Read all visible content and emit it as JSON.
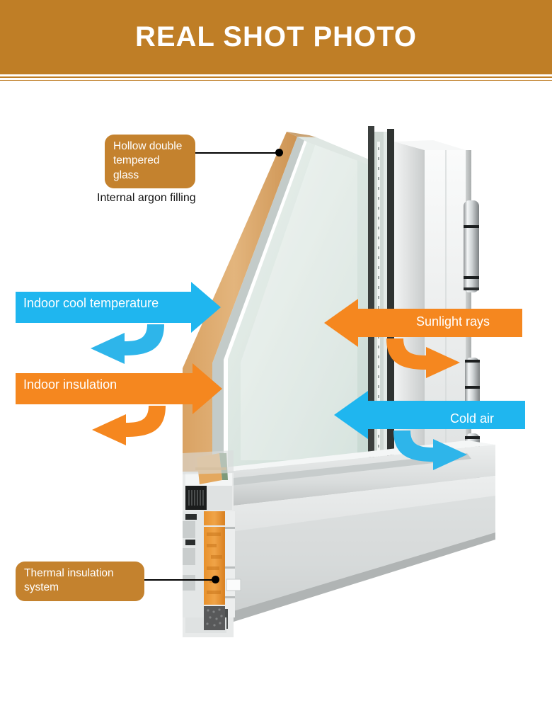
{
  "header": {
    "title": "REAL SHOT PHOTO",
    "background_color": "#bf7e26",
    "text_color": "#ffffff"
  },
  "colors": {
    "banner": "#bf7e26",
    "callout_box": "#c4822e",
    "arrow_blue": "#1fb6ef",
    "arrow_orange": "#f5871f",
    "leader_line": "#000000",
    "plain_text": "#141414"
  },
  "callouts": [
    {
      "id": "hollow-double-tempered-glass",
      "text": "Hollow double tempered glass",
      "style": "box",
      "color": "#c4822e"
    },
    {
      "id": "thermal-insulation-system",
      "text": "Thermal insulation system",
      "style": "box",
      "color": "#c4822e"
    }
  ],
  "plain_labels": [
    {
      "id": "internal-argon-filling",
      "text": "Internal argon filling",
      "color": "#141414"
    }
  ],
  "arrows": [
    {
      "id": "indoor-cool-temperature",
      "label": "Indoor cool temperature",
      "color": "#1fb6ef",
      "direction": "right",
      "side": "left",
      "has_return_arrow": true,
      "return_direction": "left"
    },
    {
      "id": "indoor-insulation",
      "label": "Indoor insulation",
      "color": "#f5871f",
      "direction": "right",
      "side": "left",
      "has_return_arrow": true,
      "return_direction": "left"
    },
    {
      "id": "sunlight-rays",
      "label": "Sunlight rays",
      "color": "#f5871f",
      "direction": "left",
      "side": "right",
      "has_return_arrow": true,
      "return_direction": "right"
    },
    {
      "id": "cold-air",
      "label": "Cold air",
      "color": "#1fb6ef",
      "direction": "left",
      "side": "right",
      "has_return_arrow": true,
      "return_direction": "right"
    }
  ],
  "product": {
    "description": "Aluminium thermal-break window corner cutaway photograph",
    "components": [
      "hollow double tempered glass pane",
      "tan warm-edge spacer / glazing bead",
      "grey aluminium frame profile",
      "orange polyamide thermal break strips",
      "black EPDM gaskets",
      "three cylindrical barrel hinges"
    ]
  }
}
